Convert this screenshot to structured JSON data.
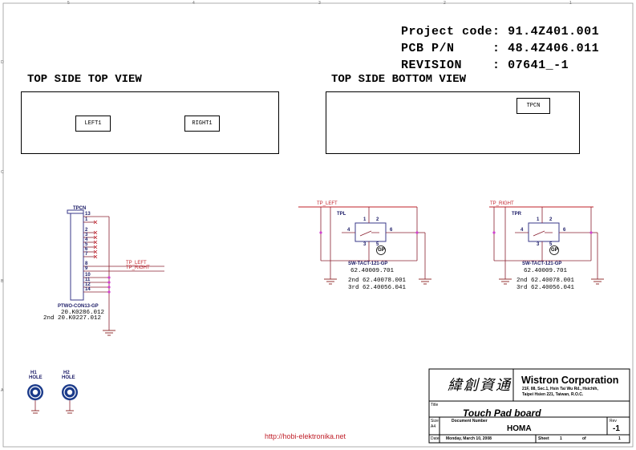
{
  "header": {
    "project_code_label": "Project code:",
    "project_code_value": "91.4Z401.001",
    "pcb_pn_label": "PCB P/N     :",
    "pcb_pn_value": "48.4Z406.011",
    "revision_label": "REVISION    :",
    "revision_value": "07641_-1"
  },
  "views": {
    "top_view_title": "TOP SIDE TOP VIEW",
    "bottom_view_title": "TOP SIDE BOTTOM VIEW",
    "left_part": "LEFT1",
    "right_part": "RIGHT1",
    "tpcn_part": "TPCN"
  },
  "connector": {
    "ref": "TPCN",
    "pins": [
      "13",
      "1",
      "2",
      "3",
      "4",
      "5",
      "6",
      "7",
      "8",
      "9",
      "10",
      "11",
      "12",
      "14"
    ],
    "part_name": "PTWO-CON13-GP",
    "pn_primary": "20.K0286.012",
    "pn_secondary": "2nd 20.K0227.012",
    "net_left": "TP_LEFT",
    "net_right": "TP_RIGHT"
  },
  "switch_left": {
    "net": "TP_LEFT",
    "ref": "TPL",
    "pins": [
      "1",
      "2",
      "3",
      "4",
      "5",
      "6"
    ],
    "part_name": "SW-TACT-121-GP",
    "pn": "62.40009.701",
    "pn_2nd": "2nd 62.40078.001",
    "pn_3rd": "3rd 62.40056.041",
    "gp": "GP"
  },
  "switch_right": {
    "net": "TP_RIGHT",
    "ref": "TPR",
    "pins": [
      "1",
      "2",
      "3",
      "4",
      "5",
      "6"
    ],
    "part_name": "SW-TACT-121-GP",
    "pn": "62.40009.701",
    "pn_2nd": "2nd 62.40078.001",
    "pn_3rd": "3rd 62.40056.041",
    "gp": "GP"
  },
  "holes": [
    {
      "ref": "H1",
      "label": "HOLE"
    },
    {
      "ref": "H2",
      "label": "HOLE"
    }
  ],
  "watermark": "http://hobi-elektronika.net",
  "title_block": {
    "chinese_name": "緯創資通",
    "company": "Wistron Corporation",
    "address_line1": "21F, 88, Sec.1, Hsin Tai Wu Rd., Hsichih,",
    "address_line2": "Taipei Hsien 221, Taiwan, R.O.C.",
    "title_label": "Title",
    "title": "Touch Pad board",
    "size_label": "Size",
    "size": "A4",
    "doc_label": "Document Number",
    "doc_number": "HOMA",
    "rev_label": "Rev",
    "rev": "-1",
    "date_label": "Date:",
    "date": "Monday, March 10, 2008",
    "sheet_label": "Sheet",
    "sheet": "1",
    "of_label": "of",
    "of": "1"
  },
  "border_marks": {
    "top": [
      "5",
      "4",
      "3",
      "2",
      "1"
    ],
    "side": [
      "D",
      "C",
      "B",
      "A"
    ]
  },
  "colors": {
    "net_wire": "#c0202a",
    "gnd": "#8b2020",
    "pin": "#d040d0",
    "label": "#1a1a66",
    "hole": "#1a3a8a"
  }
}
